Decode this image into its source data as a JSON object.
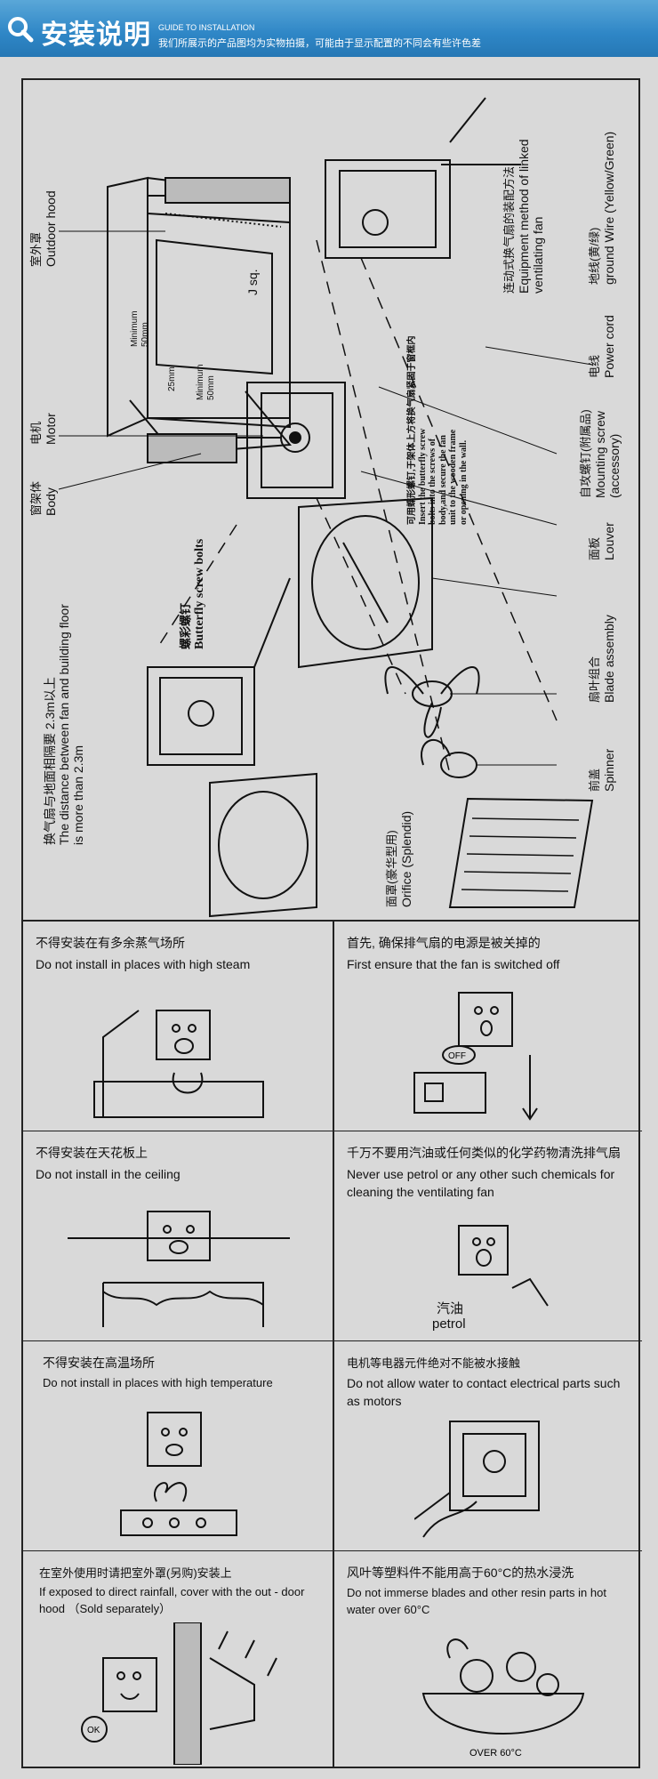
{
  "header": {
    "title": "安装说明",
    "subtitle_en": "GUIDE TO INSTALLATION",
    "subtitle_cn": "我们所展示的产品图均为实物拍摄，可能由于显示配置的不同会有些许色差"
  },
  "diagram": {
    "outdoor_hood_cn": "室外罩",
    "outdoor_hood_en": "Outdoor hood",
    "motor_cn": "电机",
    "motor_en": "Motor",
    "body_cn": "窗架体",
    "body_en": "Body",
    "butterfly_cn": "螺彩螺钉",
    "butterfly_en": "Butterfly screw bolts",
    "distance_cn": "换气扇与地面相隔要 2.3m以上",
    "distance_en1": "The distance between fan and building floor",
    "distance_en2": "is more than 2.3m",
    "orifice_cn": "面罩(豪华型用)",
    "orifice_en": "Orifice (Splendid)",
    "linked_cn": "连动式换气扇的装配方法",
    "linked_en1": "Equipment method of linked",
    "linked_en2": "ventilating fan",
    "ground_cn": "地线(黄/绿)",
    "ground_en": "ground Wire (Yellow/Green)",
    "power_cn": "电线",
    "power_en": "Power cord",
    "mounting_cn": "自攻螺钉(附属品)",
    "mounting_en1": "Mounting screw",
    "mounting_en2": "(accessory)",
    "louver_cn": "面板",
    "louver_en": "Louver",
    "blade_cn": "扇叶组合",
    "blade_en": "Blade assembly",
    "spinner_cn": "前盖",
    "spinner_en": "Spinner",
    "note_cn": "可用蝶形螺钉,于架体上方将换气扇紧固于窗框内",
    "note_en": [
      "Insert the butterfly screw",
      "bolts into the screws of",
      "body,and secure the fan",
      "unit to the wooden frame",
      "or opening in the wall."
    ],
    "dim_min1": "Minimum",
    "dim_min2": "50mm",
    "dim_25": "25mm",
    "dim_min3": "Minimum",
    "dim_min4": "50mm",
    "dim_sq": "J  sq."
  },
  "cautions": [
    {
      "cn": "不得安装在有多余蒸气场所",
      "en": "Do  not  install  in  places with  high  steam"
    },
    {
      "cn": "首先, 确保排气扇的电源是被关掉的",
      "en": "First  ensure  that  the  fan  is  switched  off",
      "btn": "OFF"
    },
    {
      "cn": "不得安装在天花板上",
      "en": "Do  not  install  in  the  ceiling"
    },
    {
      "cn": "千万不要用汽油或任何类似的化学药物清洗排气扇",
      "en": "Never  use  petrol  or  any  other  such chemicals for  cleaning  the  ventilating  fan",
      "label_cn": "汽油",
      "label_en": "petrol"
    },
    {
      "cn": "不得安装在高温场所",
      "en": "Do  not  install  in  places  with  high  temperature"
    },
    {
      "cn": "电机等电器元件绝对不能被水接触",
      "en": "Do  not  allow  water  to  contact  electrical  parts such  as  motors"
    },
    {
      "cn": "在室外使用时请把室外罩(另购)安装上",
      "en": "If exposed to direct rainfall, cover with the out - door hood  （Sold  separately）",
      "sign": "OK"
    },
    {
      "cn": "风叶等塑料件不能用高于60°C的热水浸洗",
      "en": "Do  not  immerse  blades  and  other  resin  parts  in hot  water  over  60°C",
      "bowl": "OVER  60°C"
    }
  ]
}
